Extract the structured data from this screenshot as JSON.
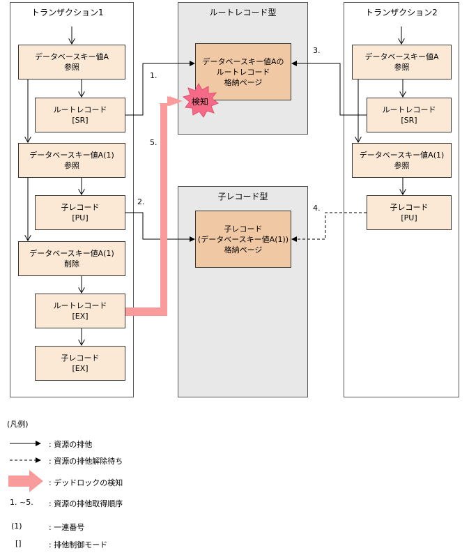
{
  "panels": {
    "t1": "トランザクション1",
    "root_type": "ルートレコード型",
    "t2": "トランザクション2",
    "child_type": "子レコード型"
  },
  "t1_boxes": [
    [
      "データベースキー値A",
      "参照"
    ],
    [
      "ルートレコード",
      "[SR]"
    ],
    [
      "データベースキー値A(1)",
      "参照"
    ],
    [
      "子レコード",
      "[PU]"
    ],
    [
      "データベースキー値A(1)",
      "削除"
    ],
    [
      "ルートレコード",
      "[EX]"
    ],
    [
      "子レコード",
      "[EX]"
    ]
  ],
  "t2_boxes": [
    [
      "データベースキー値A",
      "参照"
    ],
    [
      "ルートレコード",
      "[SR]"
    ],
    [
      "データベースキー値A(1)",
      "参照"
    ],
    [
      "子レコード",
      "[PU]"
    ]
  ],
  "root_page": [
    "データベースキー値Aの",
    "ルートレコード",
    "格納ページ"
  ],
  "child_page": [
    "子レコード",
    "(データベースキー値A(1))",
    "格納ページ"
  ],
  "detect_label": "検知",
  "steps": [
    "1.",
    "2.",
    "3.",
    "4.",
    "5."
  ],
  "legend": {
    "title": "(凡例)",
    "items": [
      {
        "key": "",
        "text": ": 資源の排他"
      },
      {
        "key": "",
        "text": ": 資源の排他解除待ち"
      },
      {
        "key": "",
        "text": ": デッドロックの検知"
      },
      {
        "key": "1. ~5.",
        "text": ": 資源の排他取得順序"
      },
      {
        "key": "(1)",
        "text": ": 一連番号"
      },
      {
        "key": "[]",
        "text": ": 排他制御モード"
      }
    ]
  },
  "colors": {
    "light_box": "#fbe9d6",
    "dark_box": "#f1c8a4",
    "gray_panel": "#e8e8e8",
    "deadlock_arrow": "#f99b9b",
    "burst": "#f56a86"
  }
}
